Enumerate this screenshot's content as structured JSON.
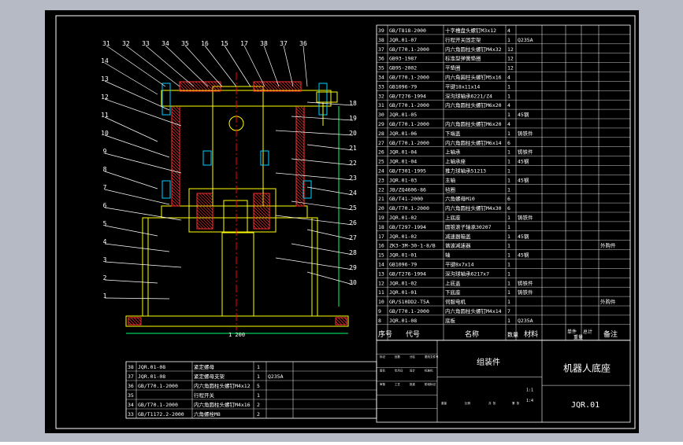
{
  "colors": {
    "outer_bg": "#b5bac4",
    "sheet_bg": "#000000",
    "frame": "#ffffff",
    "drawing": "#ffffff",
    "part_outline": "#ffff00",
    "bolt": "#00d0ff",
    "hatch": "#ff3030",
    "leader": "#ffffff",
    "text": "#ffffff",
    "table_text": "#ffffff",
    "centerline": "#ff0000",
    "dimension": "#00ff60"
  },
  "balloons_left": [
    "14",
    "13",
    "12",
    "11",
    "10",
    "9",
    "8",
    "7",
    "6",
    "5",
    "4",
    "3",
    "2",
    "1"
  ],
  "balloons_top": [
    "31",
    "32",
    "33",
    "34",
    "35",
    "16",
    "15",
    "17",
    "38",
    "37",
    "36"
  ],
  "balloons_right": [
    "18",
    "19",
    "20",
    "21",
    "22",
    "23",
    "24",
    "25",
    "26",
    "27",
    "28",
    "29",
    "30"
  ],
  "dimension_label": "1 200",
  "bom_top": [
    {
      "no": "39",
      "code": "GB/T818-2000",
      "name": "十字槽盘头螺钉M3x12",
      "qty": "4",
      "material": "",
      "note": ""
    },
    {
      "no": "38",
      "code": "JQR.01-07",
      "name": "行程开关固定架",
      "qty": "1",
      "material": "Q235A",
      "note": ""
    },
    {
      "no": "37",
      "code": "GB/T70.1-2000",
      "name": "内六角圆柱头螺钉M4x32",
      "qty": "12",
      "material": "",
      "note": ""
    },
    {
      "no": "36",
      "code": "GB93-1987",
      "name": "标准型弹簧垫圈",
      "qty": "12",
      "material": "",
      "note": ""
    },
    {
      "no": "35",
      "code": "GB95-2002",
      "name": "平垫圈",
      "qty": "12",
      "material": "",
      "note": ""
    },
    {
      "no": "34",
      "code": "GB/T70.1-2000",
      "name": "内六角圆柱头螺钉M5x16",
      "qty": "4",
      "material": "",
      "note": ""
    },
    {
      "no": "33",
      "code": "GB1096-79",
      "name": "平键18x11x14",
      "qty": "1",
      "material": "",
      "note": ""
    },
    {
      "no": "32",
      "code": "GB/T276-1994",
      "name": "深沟球轴承6221/Z4",
      "qty": "1",
      "material": "",
      "note": ""
    },
    {
      "no": "31",
      "code": "GB/T70.1-2000",
      "name": "内六角圆柱头螺钉M6x20",
      "qty": "4",
      "material": "",
      "note": ""
    },
    {
      "no": "30",
      "code": "JQR.01-05",
      "name": "",
      "qty": "1",
      "material": "45钢",
      "note": ""
    },
    {
      "no": "29",
      "code": "GB/T70.1-2000",
      "name": "内六角圆柱头螺钉M6x20",
      "qty": "4",
      "material": "",
      "note": ""
    },
    {
      "no": "28",
      "code": "JQR.01-06",
      "name": "下端盖",
      "qty": "1",
      "material": "铸铁件",
      "note": ""
    },
    {
      "no": "27",
      "code": "GB/T70.1-2000",
      "name": "内六角圆柱头螺钉M6x14",
      "qty": "6",
      "material": "",
      "note": ""
    },
    {
      "no": "26",
      "code": "JQR.01-04",
      "name": "上轴承",
      "qty": "1",
      "material": "铸铁件",
      "note": ""
    },
    {
      "no": "25",
      "code": "JQR.01-04",
      "name": "上轴承座",
      "qty": "1",
      "material": "45钢",
      "note": ""
    },
    {
      "no": "24",
      "code": "GB/T301-1995",
      "name": "推力球轴承51213",
      "qty": "1",
      "material": "",
      "note": ""
    },
    {
      "no": "23",
      "code": "JQR.01-03",
      "name": "主轴",
      "qty": "1",
      "material": "45钢",
      "note": ""
    },
    {
      "no": "22",
      "code": "JB/ZQ4606-86",
      "name": "毡圈",
      "qty": "1",
      "material": "",
      "note": ""
    },
    {
      "no": "21",
      "code": "GB/T41-2000",
      "name": "六角螺母M10",
      "qty": "6",
      "material": "",
      "note": ""
    },
    {
      "no": "20",
      "code": "GB/T70.1-2000",
      "name": "内六角圆柱头螺钉M4x30",
      "qty": "6",
      "material": "",
      "note": ""
    },
    {
      "no": "19",
      "code": "JQR.01-02",
      "name": "上底座",
      "qty": "1",
      "material": "铸铁件",
      "note": ""
    },
    {
      "no": "18",
      "code": "GB/T297-1994",
      "name": "圆锥滚子轴承30207",
      "qty": "1",
      "material": "",
      "note": ""
    },
    {
      "no": "17",
      "code": "JQR.01-02",
      "name": "减速器箱盖",
      "qty": "1",
      "material": "45钢",
      "note": ""
    },
    {
      "no": "16",
      "code": "ZK3-3M-30-1-8/B",
      "name": "谐波减速器",
      "qty": "1",
      "material": "",
      "note": "外购件"
    },
    {
      "no": "15",
      "code": "JQR.01-01",
      "name": "轴",
      "qty": "1",
      "material": "45钢",
      "note": ""
    },
    {
      "no": "14",
      "code": "GB1096-79",
      "name": "平键8x7x14",
      "qty": "1",
      "material": "",
      "note": ""
    },
    {
      "no": "13",
      "code": "GB/T276-1994",
      "name": "深沟球轴承6217x7",
      "qty": "1",
      "material": "",
      "note": ""
    },
    {
      "no": "12",
      "code": "JQR.01-02",
      "name": "上底盖",
      "qty": "1",
      "material": "铸铁件",
      "note": ""
    },
    {
      "no": "11",
      "code": "JQR.01-01",
      "name": "下底座",
      "qty": "1",
      "material": "铸铁件",
      "note": ""
    },
    {
      "no": "10",
      "code": "GR/S10DD2-T5A",
      "name": "伺服电机",
      "qty": "1",
      "material": "",
      "note": "外购件"
    },
    {
      "no": "9",
      "code": "GB/T70.1-2000",
      "name": "内六角圆柱头螺钉M4x14",
      "qty": "7",
      "material": "",
      "note": ""
    },
    {
      "no": "8",
      "code": "JQR.01-08",
      "name": "底板",
      "qty": "1",
      "material": "Q235A",
      "note": ""
    }
  ],
  "bom_header": {
    "no": "序号",
    "code": "代号",
    "name": "名称",
    "qty": "数量",
    "material": "材料",
    "single": "单件",
    "total": "总计",
    "weight": "重量",
    "note": "备注"
  },
  "bom_bottom": [
    {
      "no": "38",
      "code": "JQR.01-08",
      "name": "紧定螺母",
      "qty": "1",
      "material": ""
    },
    {
      "no": "37",
      "code": "JQR.01-08",
      "name": "紧定螺母支架",
      "qty": "1",
      "material": "Q235A"
    },
    {
      "no": "36",
      "code": "GB/T70.1-2000",
      "name": "内六角圆柱头螺钉M4x12",
      "qty": "5",
      "material": ""
    },
    {
      "no": "35",
      "code": "",
      "name": "行程开关",
      "qty": "1",
      "material": ""
    },
    {
      "no": "34",
      "code": "GB/T70.1-2000",
      "name": "内六角圆柱头螺钉M4x16",
      "qty": "2",
      "material": ""
    },
    {
      "no": "33",
      "code": "GB/T1172.2-2000",
      "name": "六角螺栓M8",
      "qty": "2",
      "material": ""
    }
  ],
  "title_block": {
    "drawing_name": "组装件",
    "product_name": "机器人底座",
    "drawing_no": "JQR.01",
    "scale": "1:1",
    "sheet": "1:4",
    "small_labels": [
      "标记",
      "处数",
      "分区",
      "更改文件号",
      "签名",
      "年月日",
      "设计",
      "标准化",
      "审核",
      "工艺",
      "批准",
      "阶段标记",
      "重量",
      "比例",
      "共 张",
      "第 张"
    ]
  }
}
